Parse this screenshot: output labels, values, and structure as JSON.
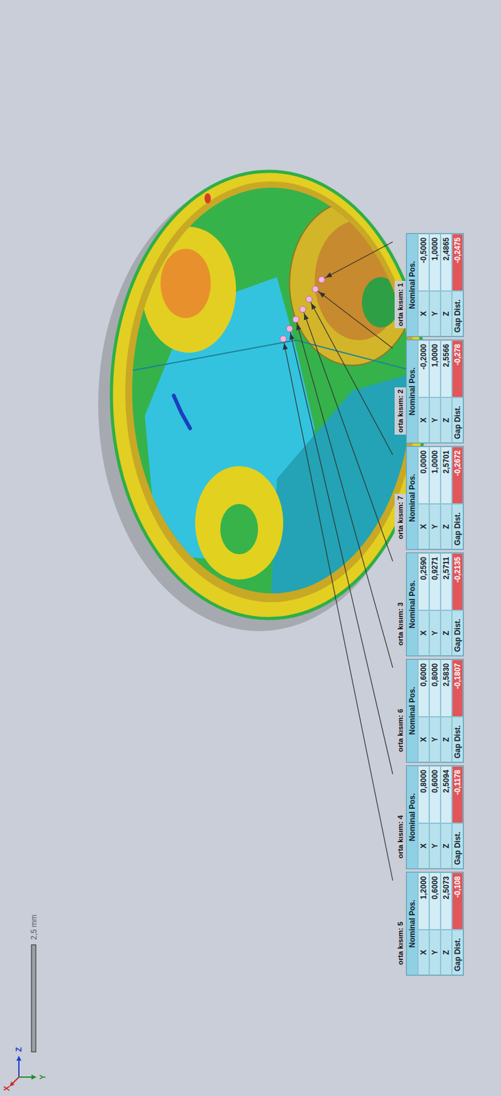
{
  "diagram": {
    "nodes": [
      {
        "text": [
          "orta kısım: 5",
          "Nominal Pos.",
          "X",
          "1,2000",
          "Y",
          "0,6000",
          "Z",
          "2,5073",
          "Gap Dist.",
          "-0,108"
        ]
      },
      {
        "text": [
          "orta kısım: 4",
          "Nominal Pos.",
          "X",
          "0,8000",
          "Y",
          "0,6000",
          "Z",
          "2,5094",
          "Gap Dist.",
          "-0,1178"
        ]
      },
      {
        "text": [
          "orta kısım: 6",
          "Nominal Pos.",
          "X",
          "0,6000",
          "Y",
          "0,8000",
          "Z",
          "2,5830",
          "Gap Dist.",
          "-0,1807"
        ]
      },
      {
        "text": [
          "orta kısım: 3",
          "Nominal Pos.",
          "X",
          "0,2590",
          "Y",
          "0,9271",
          "Z",
          "2,5711",
          "Gap Dist.",
          "-0,2135"
        ]
      },
      {
        "text": [
          "orta kısım: 7",
          "Nominal Pos.",
          "X",
          "0,0000",
          "Y",
          "1,0000",
          "Z",
          "2,5701",
          "Gap Dist.",
          "-0,2672"
        ]
      },
      {
        "text": [
          "orta kısım: 2",
          "Nominal Pos.",
          "X",
          "-0,2000",
          "Y",
          "1,0000",
          "Z",
          "2,5566",
          "Gap Dist.",
          "-0,278"
        ]
      },
      {
        "text": [
          "orta kısım: 1",
          "Nominal Pos.",
          "X",
          "-0,5000",
          "Y",
          "1,0000",
          "Z",
          "2,4865",
          "Gap Dist.",
          "-0,2475"
        ]
      }
    ],
    "labels": [
      "2,5 mm",
      "X",
      "Y",
      "Z"
    ]
  }
}
